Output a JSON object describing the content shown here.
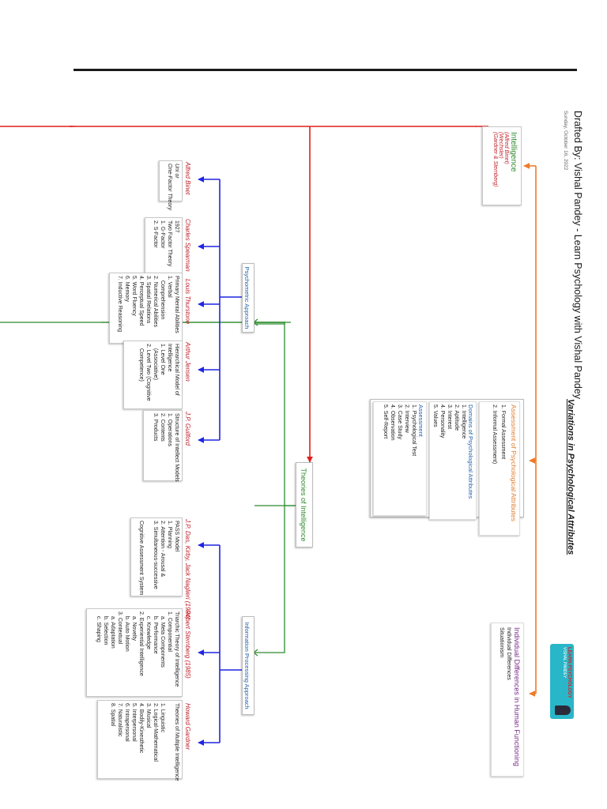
{
  "header": {
    "title": "Drafted By: Vishal Pandey - Learn Psychology with Vishal Pandey",
    "date": "Sunday, October 16, 2022"
  },
  "intelligence_box": {
    "title": "Intelligence",
    "lines": [
      "(Alfred Binet)",
      "(Wechsler)",
      "(Gardner & Sternberg)"
    ]
  },
  "main_topic": "Variations in Psychological Attributes",
  "assessment_box": {
    "title": "Assessment of Psychological Attributes",
    "intro": [
      "1. Formal Assessment",
      "2. Informal Assessment)"
    ],
    "domains_title": "Domains of Psychological Attributes",
    "domains": [
      "1. Intelligence",
      "2. Aptitude",
      "3. Interest",
      "4. Personality",
      "5. Values"
    ],
    "assessment_title": "Assessment",
    "assessment_items": [
      "1. Psychological Test",
      "2. Interview",
      "3. Case Study",
      "4. Observation",
      "5. Self-Report"
    ]
  },
  "individual_box": {
    "title": "Individual Differences in Human Functioning",
    "lines": [
      "Individual Differences",
      "Situationism"
    ]
  },
  "logo": {
    "line1": "LEARN PSYCHOLOGY",
    "line2": "VISHAL PANDEY"
  },
  "theories_label": "Theories of Intelligence",
  "psychometric_label": "Psychometric Approach",
  "info_processing_label": "Information Processing Approach",
  "theorists": {
    "binet": {
      "name": "Alfred Binet",
      "text": "Uni or\nOne-Factor Theory"
    },
    "spearman": {
      "name": "Charles Spearman",
      "text": "1927\nTwo Factor Theory\n1. G-Factor\n2. S-Factor"
    },
    "thurstone": {
      "name": "Louis Thurstone",
      "text": "Primary Mental Abilities\n1. Verbal\n   Comprehension\n2. Numerical Abilities\n3. Spatial Relations\n4. Perceptual Speed\n5. Word Fluency\n6. Memory\n7. Inductive Reasoning"
    },
    "jensen": {
      "name": "Arthur Jensen",
      "text": "Hierarchical Model of\nIntelligence\n1. Level One\n   (Associative)\n2. Level Two (Cognitive\n   Competence)"
    },
    "guilford": {
      "name": "J.P. Guilford",
      "text": "Structure of Intellect Models\n1. Operations\n2. Contents\n3. Products"
    },
    "das": {
      "name": "J.P. Das, Kirby, Jack Naglieri (1994)",
      "text": "PASS Model\n1. Planning\n2. Attention - Arousal &\n3. Simultaneous-successive\n\nCognitive Assessment System"
    },
    "sternberg": {
      "name": "Robert Sternberg (1985)",
      "text": "Triarchic Theory of Intelligence\n1. Componential\n   a. Meta Components\n   b. Performance\n   c. Knowledge\n2. Experiential Intelligence\n   a. Novelty\n   b. Auto Motion\n3. Contextual\n   a. Adaptation\n   b. Selection\n   c. Shaping"
    },
    "gardner": {
      "name": "Howard Gardner",
      "text": "Theories of Multiple Intelligence\n\n1. Linguistic\n2. Logical-Mathematical\n3. Musical\n4. Bodily-Kinesthetic\n5. Interpersonal\n6. Intrapersonal\n7. Naturalistic\n8. Spatial"
    }
  },
  "colors": {
    "red": "#e0201b",
    "orange": "#f07a26",
    "green": "#2e8b2e",
    "blue": "#1f25e0",
    "theorist": "#c0202a",
    "title_blue": "#1f5fa8",
    "title_orange": "#e07b2a",
    "title_purple": "#7a2a8a"
  }
}
